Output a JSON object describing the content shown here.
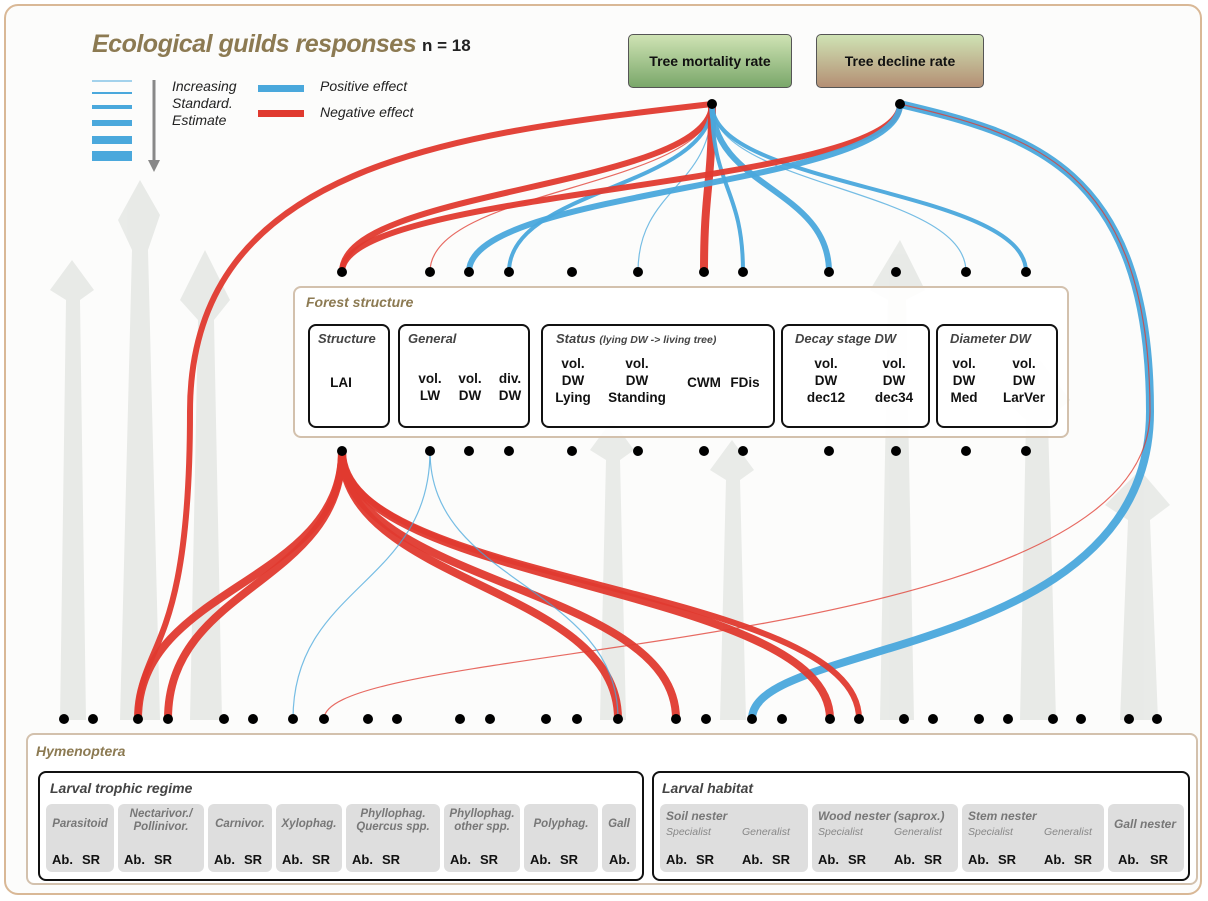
{
  "header": {
    "title": "Ecological guilds responses",
    "n_label": "n = 18"
  },
  "legend": {
    "gradient_lines": [
      "Increasing",
      "Standard.",
      "Estimate"
    ],
    "positive_label": "Positive effect",
    "negative_label": "Negative effect",
    "positive_color": "#4aa8dc",
    "negative_color": "#e03a2f"
  },
  "drivers": {
    "mortality": "Tree mortality rate",
    "decline": "Tree decline rate"
  },
  "forest_structure": {
    "title": "Forest structure",
    "structure": {
      "title": "Structure",
      "vars": [
        "LAI"
      ]
    },
    "general": {
      "title": "General",
      "vars": [
        "vol.\nLW",
        "vol.\nDW",
        "div.\nDW"
      ]
    },
    "status": {
      "title": "Status",
      "subtitle": "(lying DW -> living tree)",
      "vars": [
        "vol.\nDW\nLying",
        "vol.\nDW\nStanding",
        "CWM",
        "FDis"
      ]
    },
    "decay": {
      "title": "Decay stage DW",
      "vars": [
        "vol.\nDW\ndec12",
        "vol.\nDW\ndec34"
      ]
    },
    "diameter": {
      "title": "Diameter DW",
      "vars": [
        "vol.\nDW\nMed",
        "vol.\nDW\nLarVer"
      ]
    }
  },
  "hymenoptera": {
    "title": "Hymenoptera",
    "trophic": {
      "title": "Larval trophic regime",
      "cells": [
        {
          "name": "Parasitoid",
          "metrics": [
            "Ab.",
            "SR"
          ]
        },
        {
          "name": "Nectarivor./\nPollinivor.",
          "metrics": [
            "Ab.",
            "SR"
          ]
        },
        {
          "name": "Carnivor.",
          "metrics": [
            "Ab.",
            "SR"
          ]
        },
        {
          "name": "Xylophag.",
          "metrics": [
            "Ab.",
            "SR"
          ]
        },
        {
          "name": "Phyllophag.\nQuercus spp.",
          "metrics": [
            "Ab.",
            "SR"
          ]
        },
        {
          "name": "Phyllophag.\nother spp.",
          "metrics": [
            "Ab.",
            "SR"
          ]
        },
        {
          "name": "Polyphag.",
          "metrics": [
            "Ab.",
            "SR"
          ]
        },
        {
          "name": "Gall",
          "metrics": [
            "Ab."
          ]
        }
      ]
    },
    "habitat": {
      "title": "Larval habitat",
      "cells": [
        {
          "name": "Soil nester",
          "specialist": "Specialist",
          "generalist": "Generalist",
          "metrics": [
            "Ab.",
            "SR",
            "Ab.",
            "SR"
          ]
        },
        {
          "name": "Wood nester (saprox.)",
          "specialist": "Specialist",
          "generalist": "Generalist",
          "metrics": [
            "Ab.",
            "SR",
            "Ab.",
            "SR"
          ]
        },
        {
          "name": "Stem nester",
          "specialist": "Specialist",
          "generalist": "Generalist",
          "metrics": [
            "Ab.",
            "SR",
            "Ab.",
            "SR"
          ]
        },
        {
          "name": "Gall nester",
          "metrics": [
            "Ab.",
            "SR"
          ]
        }
      ]
    }
  },
  "effects": [
    {
      "from": "mortality",
      "to": "struct-0",
      "sign": "negative",
      "strength": 3
    },
    {
      "from": "mortality",
      "to": "struct-1",
      "sign": "negative",
      "strength": 1
    },
    {
      "from": "mortality",
      "to": "struct-3",
      "sign": "positive",
      "strength": 2
    },
    {
      "from": "mortality",
      "to": "struct-5",
      "sign": "positive",
      "strength": 1
    },
    {
      "from": "mortality",
      "to": "struct-6",
      "sign": "negative",
      "strength": 4
    },
    {
      "from": "mortality",
      "to": "struct-7",
      "sign": "positive",
      "strength": 2
    },
    {
      "from": "mortality",
      "to": "struct-8",
      "sign": "positive",
      "strength": 3
    },
    {
      "from": "mortality",
      "to": "struct-10",
      "sign": "positive",
      "strength": 1
    },
    {
      "from": "mortality",
      "to": "struct-11",
      "sign": "positive",
      "strength": 2
    },
    {
      "from": "mortality",
      "to": "guild-2",
      "sign": "negative",
      "strength": 3
    },
    {
      "from": "decline",
      "to": "struct-0",
      "sign": "negative",
      "strength": 3
    },
    {
      "from": "decline",
      "to": "struct-2",
      "sign": "positive",
      "strength": 3
    },
    {
      "from": "decline",
      "to": "guild-17",
      "sign": "positive",
      "strength": 4
    },
    {
      "from": "decline",
      "to": "guild-7",
      "sign": "negative",
      "strength": 1
    },
    {
      "from": "struct-0",
      "to": "guild-2",
      "sign": "negative",
      "strength": 4
    },
    {
      "from": "struct-0",
      "to": "guild-3",
      "sign": "negative",
      "strength": 4
    },
    {
      "from": "struct-0",
      "to": "guild-15",
      "sign": "negative",
      "strength": 4
    },
    {
      "from": "struct-0",
      "to": "guild-19",
      "sign": "negative",
      "strength": 4
    },
    {
      "from": "struct-0",
      "to": "guild-20",
      "sign": "negative",
      "strength": 3
    },
    {
      "from": "struct-0",
      "to": "guild-14",
      "sign": "negative",
      "strength": 4
    },
    {
      "from": "struct-1",
      "to": "guild-6",
      "sign": "positive",
      "strength": 1
    },
    {
      "from": "struct-1",
      "to": "guild-14",
      "sign": "positive",
      "strength": 1
    }
  ]
}
